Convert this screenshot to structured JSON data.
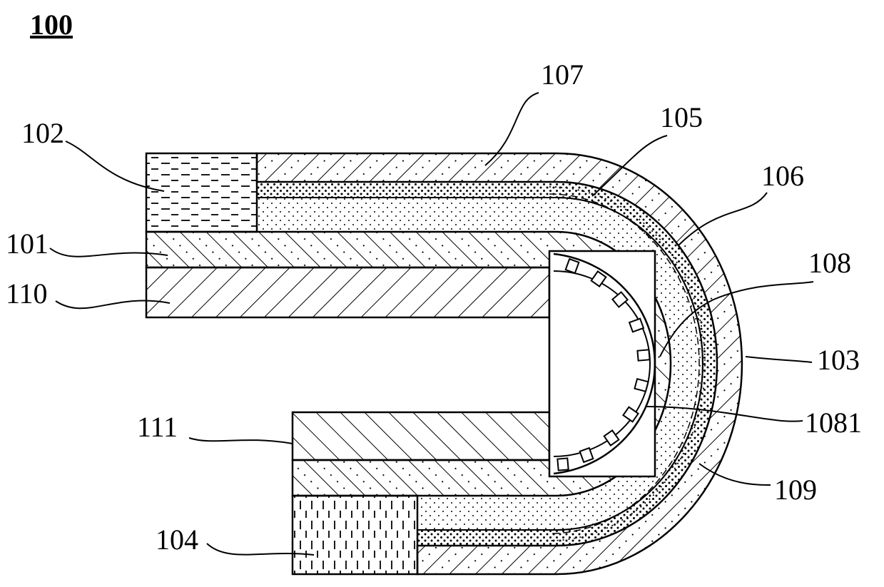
{
  "figure": {
    "title": "100",
    "labels": {
      "l100": "100",
      "l101": "101",
      "l102": "102",
      "l103": "103",
      "l104": "104",
      "l105": "105",
      "l106": "106",
      "l107": "107",
      "l108": "108",
      "l109": "109",
      "l110": "110",
      "l111": "111",
      "l1081": "1081"
    }
  }
}
